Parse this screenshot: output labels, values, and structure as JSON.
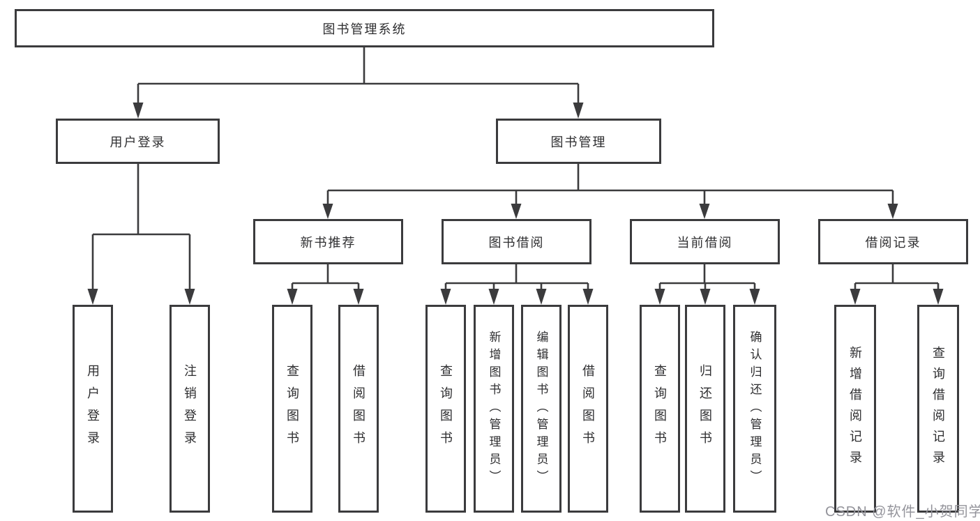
{
  "tree": {
    "label": "图书管理系统",
    "children": [
      {
        "label": "用户登录",
        "children": [
          {
            "label": "用户登录"
          },
          {
            "label": "注销登录"
          }
        ]
      },
      {
        "label": "图书管理",
        "children": [
          {
            "label": "新书推荐",
            "children": [
              {
                "label": "查询图书"
              },
              {
                "label": "借阅图书"
              }
            ]
          },
          {
            "label": "图书借阅",
            "children": [
              {
                "label": "查询图书"
              },
              {
                "label": "新增图书（管理员）"
              },
              {
                "label": "编辑图书（管理员）"
              },
              {
                "label": "借阅图书"
              }
            ]
          },
          {
            "label": "当前借阅",
            "children": [
              {
                "label": "查询图书"
              },
              {
                "label": "归还图书"
              },
              {
                "label": "确认归还（管理员）"
              }
            ]
          },
          {
            "label": "借阅记录",
            "children": [
              {
                "label": "新增借阅记录"
              },
              {
                "label": "查询借阅记录"
              }
            ]
          }
        ]
      }
    ]
  },
  "watermark": {
    "text": "CSDN @软件_小贺同学"
  },
  "colors": {
    "line": "#3b3b3d",
    "box_border": "#3b3b3d",
    "box_fill": "#ffffff",
    "text": "#2e2e30",
    "watermark": "#94949b",
    "background": "#ffffff"
  }
}
